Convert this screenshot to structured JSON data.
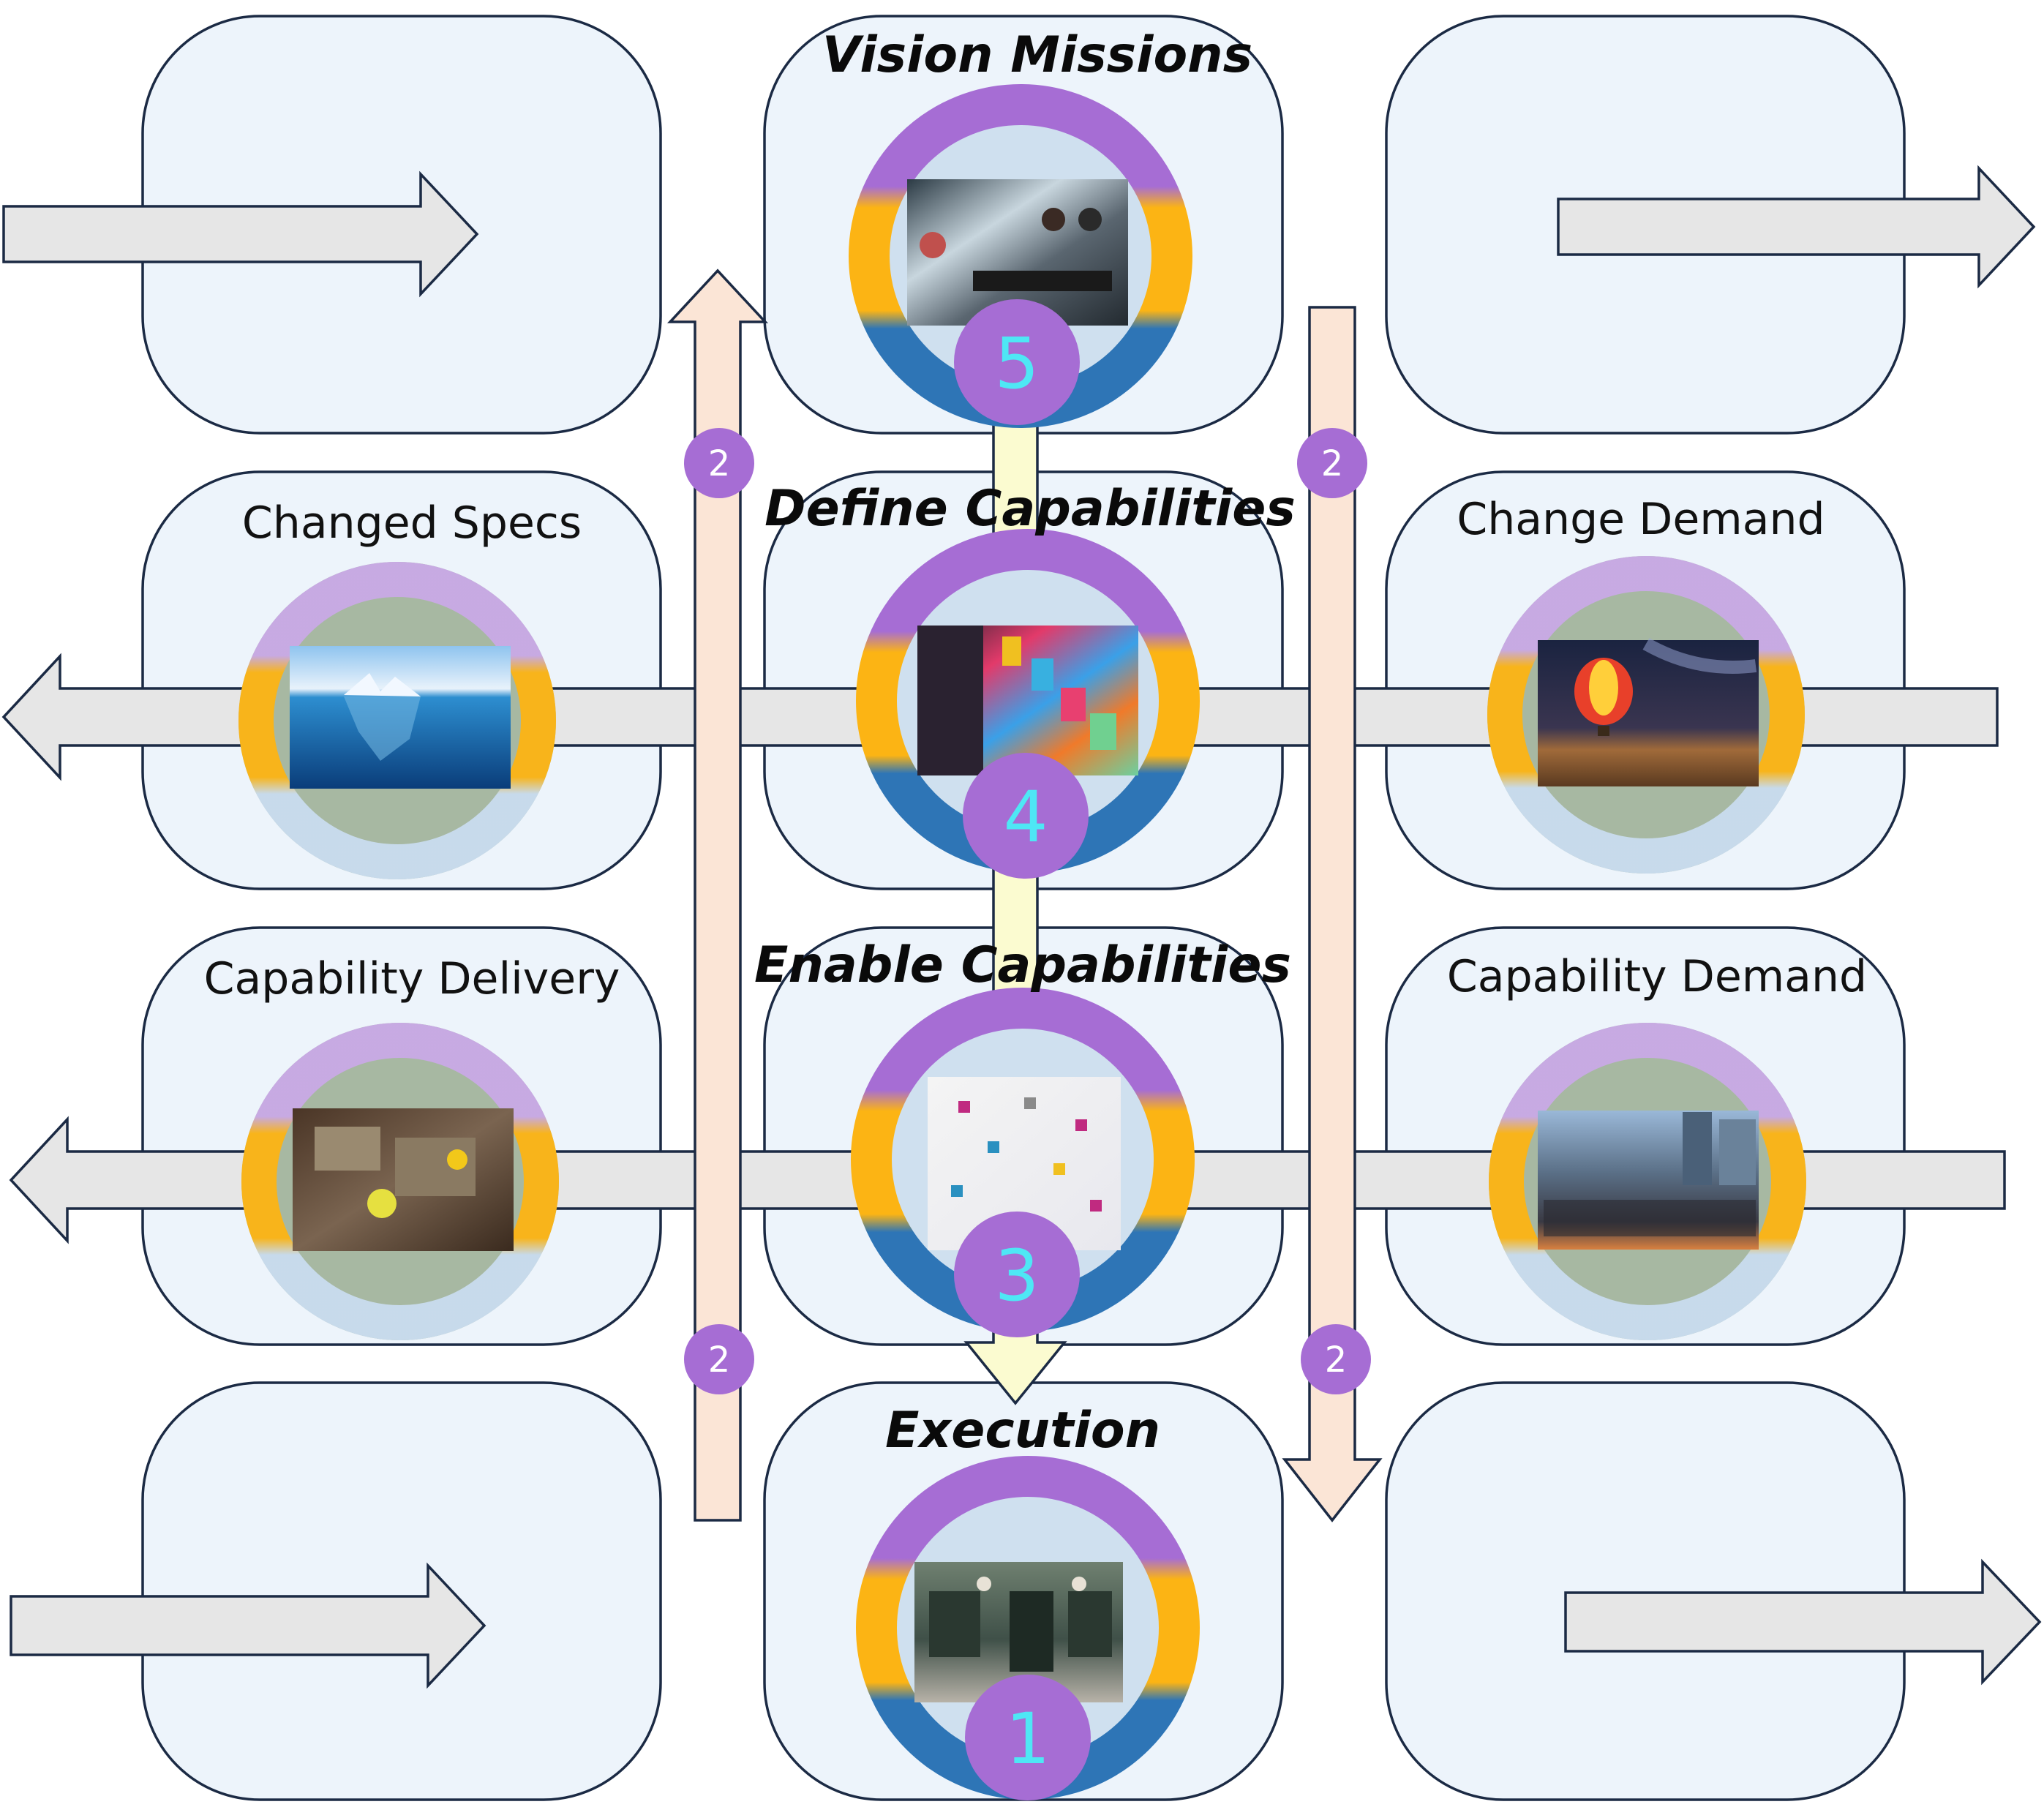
{
  "colors": {
    "panel_fill": "#edf4fb",
    "panel_stroke": "#1b2a44",
    "gray_arrow": "#e6e6e6",
    "peach_arrow": "#fbe5d6",
    "yellow_arrow": "#fbfbd0",
    "ring_purple": "#a66dd4",
    "ring_orange": "#fcb414",
    "ring_blue": "#2e75b6",
    "badge_purple": "#a66dd4",
    "big_number": "#4ee7f5"
  },
  "titles": {
    "vision": "Vision Missions",
    "define": "Define Capabilities",
    "enable": "Enable Capabilities",
    "execution": "Execution"
  },
  "labels": {
    "changed_specs": "Changed Specs",
    "change_demand": "Change Demand",
    "capability_delivery": "Capability Delivery",
    "capability_demand": "Capability Demand"
  },
  "steps": {
    "vision": "5",
    "define": "4",
    "enable": "3",
    "execution": "1",
    "loop": "2"
  },
  "icons": {
    "vision_photo": "meeting-room-photo",
    "define_photo": "colorful-blocks-photo",
    "enable_photo": "wooden-cubes-pattern-photo",
    "execution_photo": "storefront-photo",
    "changed_specs_photo": "iceberg-photo",
    "change_demand_photo": "hot-air-balloon-night-photo",
    "capability_delivery_photo": "workers-overhead-photo",
    "capability_demand_photo": "city-crowd-photo"
  }
}
